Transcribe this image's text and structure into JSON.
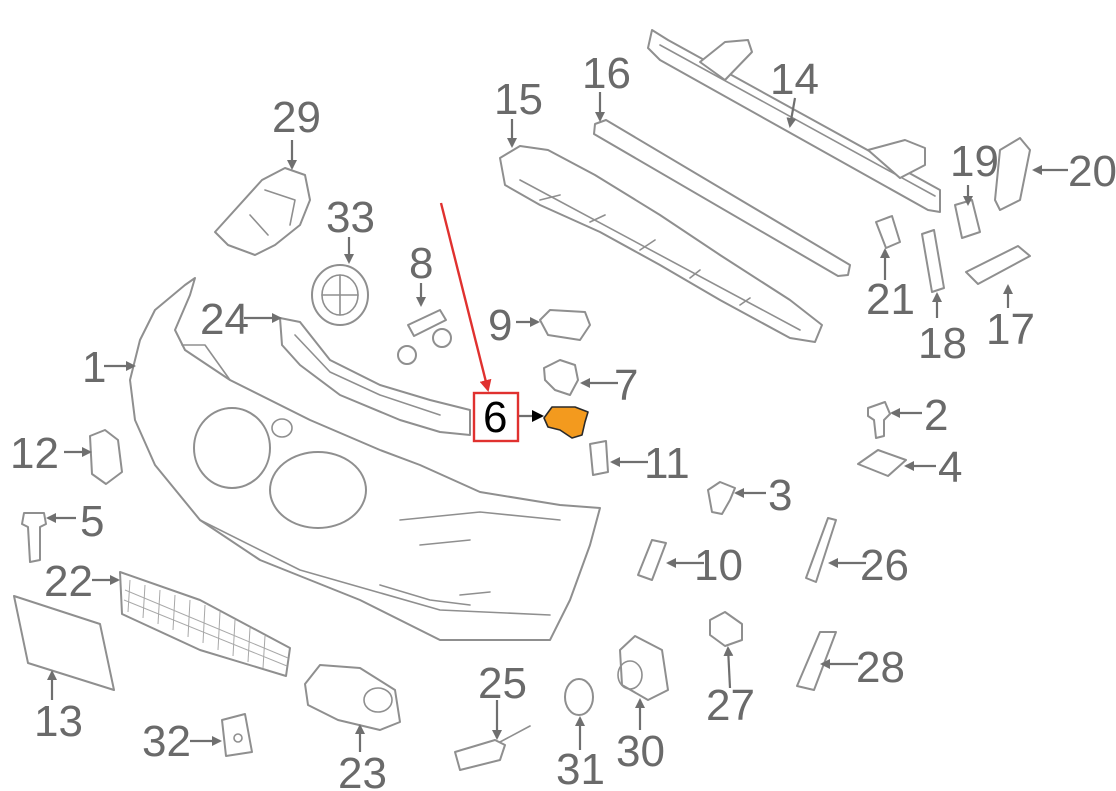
{
  "diagram": {
    "colors": {
      "line": "#8f8f8f",
      "label": "#6a6a6a",
      "highlight_part": "#f39a1e",
      "highlight_box": "#e0312f",
      "pointer": "#e0312f"
    },
    "highlighted_callout": "6",
    "callouts": [
      "1",
      "2",
      "3",
      "4",
      "5",
      "6",
      "7",
      "8",
      "9",
      "10",
      "11",
      "12",
      "13",
      "14",
      "15",
      "16",
      "17",
      "18",
      "19",
      "20",
      "21",
      "22",
      "23",
      "24",
      "25",
      "26",
      "27",
      "28",
      "29",
      "30",
      "31",
      "32",
      "33"
    ]
  }
}
